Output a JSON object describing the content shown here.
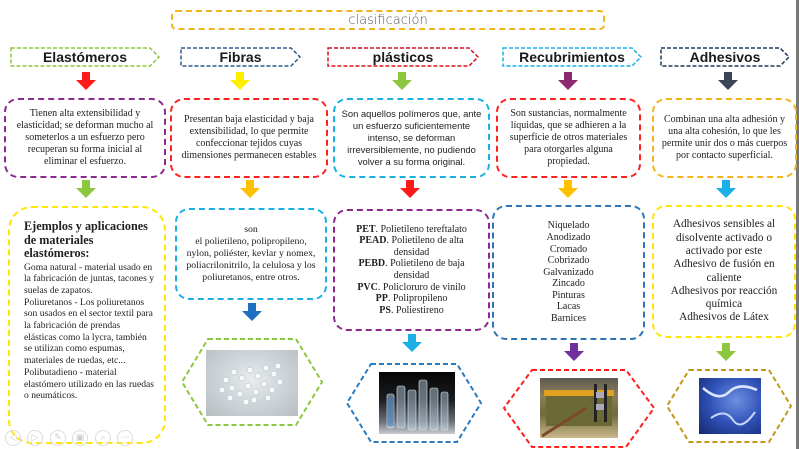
{
  "title": "clasificación",
  "categories": [
    {
      "name": "Elastómeros",
      "border_color": "#8dc63f",
      "arrow1_color": "#ff1a1a",
      "desc_border": "#8b2a8e",
      "arrow2_color": "#8dc63f",
      "detail_border": "#ffe600",
      "arrow3_color": null,
      "image_border": null
    },
    {
      "name": "Fibras",
      "border_color": "#2e5c8a",
      "arrow1_color": "#ffee00",
      "desc_border": "#ff2020",
      "arrow2_color": "#ffc000",
      "detail_border": "#1ab0e6",
      "arrow3_color": "#1f6fc0",
      "image_border": "#8dc63f"
    },
    {
      "name": "plásticos",
      "border_color": "#d9141e",
      "arrow1_color": "#8dc63f",
      "desc_border": "#1ab0e6",
      "arrow2_color": "#ff1a1a",
      "detail_border": "#8b2a8e",
      "arrow3_color": "#1ab0e6",
      "image_border": "#2a7bc0"
    },
    {
      "name": "Recubrimientos",
      "border_color": "#1ab0e6",
      "arrow1_color": "#8b2a6e",
      "desc_border": "#ff2020",
      "arrow2_color": "#ffc000",
      "detail_border": "#2e75b6",
      "arrow3_color": "#7030a0",
      "image_border": "#ff2020"
    },
    {
      "name": "Adhesivos",
      "border_color": "#1f3a5f",
      "arrow1_color": "#3c4656",
      "desc_border": "#f2b51d",
      "arrow2_color": "#1ab0e6",
      "detail_border": "#ffe600",
      "arrow3_color": "#8dc63f",
      "image_border": "#c09a1a"
    }
  ],
  "descriptions": {
    "elastomeros": "Tienen alta extensibilidad y elasticidad; se deforman mucho al someterlos a un esfuerzo pero recuperan su forma inicial al eliminar el esfuerzo.",
    "fibras": "Presentan baja elasticidad y baja extensibilidad, lo que permite confeccionar tejidos cuyas dimensiones permanecen estables",
    "plasticos": "Son aquellos polímeros que, ante un esfuerzo suficientemente intenso, se deforman irreversiblemente, no pudiendo volver a su forma original.",
    "recubrimientos": "Son sustancias, normalmente líquidas, que se adhieren a la superficie de otros materiales para otorgarles alguna propiedad.",
    "adhesivos": "Combinan una alta adhesión y una alta cohesión, lo que les permite unir dos o más cuerpos por contacto superficial."
  },
  "details": {
    "elastomeros": {
      "heading": "Ejemplos y aplicaciones de materiales elastómeros:",
      "items": [
        "Goma natural - material usado en la fabricación de juntas, tacones y suelas de zapatos.",
        "Poliuretanos - Los poliuretanos son usados en el sector textil para la fabricación de prendas elásticas como la lycra, también se utilizan como espumas, materiales de ruedas, etc...",
        "Polibutadieno - material elastómero utilizado en las ruedas o neumáticos."
      ]
    },
    "fibras": {
      "lead": "son",
      "text": "el polietileno, polipropileno, nylon, poliéster, kevlar y nomex, poliacrilonitrilo, la celulosa y los poliuretanos, entre otros."
    },
    "plasticos": [
      {
        "abbr": "PET",
        "name": ". Polietileno tereftalato"
      },
      {
        "abbr": "PEAD",
        "name": ". Polietileno de alta densidad"
      },
      {
        "abbr": "PEBD",
        "name": ". Polietileno de baja densidad"
      },
      {
        "abbr": "PVC",
        "name": ". Policloruro de vinilo"
      },
      {
        "abbr": "PP",
        "name": ". Polipropileno"
      },
      {
        "abbr": "PS",
        "name": ". Poliestireno"
      }
    ],
    "recubrimientos": [
      "Niquelado",
      "Anodizado",
      "Cromado",
      "Cobrizado",
      "Galvanizado",
      "Zincado",
      "Pinturas",
      "Lacas",
      "Barnices"
    ],
    "adhesivos": [
      "Adhesivos sensibles al disolvente activado o activado por este",
      "Adhesivo de fusión en caliente",
      "Adhesivos por reacción química",
      "Adhesivos de Látex"
    ]
  },
  "images": {
    "fibras": "photo of transparent polymer pellets",
    "plasticos": "photo of plastic bottles",
    "recubrimientos": "photo of electroplating tank",
    "adhesivos": "photo of blue adhesive gel"
  },
  "controls": {
    "prev": "◁",
    "next": "▷",
    "pen": "✎",
    "slides": "▣",
    "zoom": "⌕",
    "more": "⋯"
  }
}
